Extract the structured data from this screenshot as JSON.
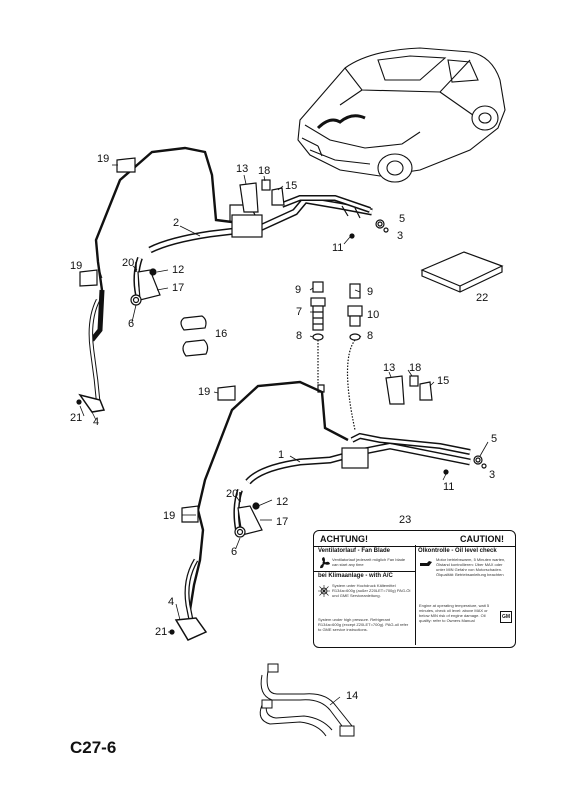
{
  "page_code": "C27-6",
  "callouts": [
    {
      "id": "c19a",
      "text": "19"
    },
    {
      "id": "c13a",
      "text": "13"
    },
    {
      "id": "c18a",
      "text": "18"
    },
    {
      "id": "c15a",
      "text": "15"
    },
    {
      "id": "c2",
      "text": "2"
    },
    {
      "id": "c5a",
      "text": "5"
    },
    {
      "id": "c3a",
      "text": "3"
    },
    {
      "id": "c11a",
      "text": "11"
    },
    {
      "id": "c19b",
      "text": "19"
    },
    {
      "id": "c20a",
      "text": "20"
    },
    {
      "id": "c12a",
      "text": "12"
    },
    {
      "id": "c17a",
      "text": "17"
    },
    {
      "id": "c6a",
      "text": "6"
    },
    {
      "id": "c9a",
      "text": "9"
    },
    {
      "id": "c9b",
      "text": "9"
    },
    {
      "id": "c7",
      "text": "7"
    },
    {
      "id": "c10",
      "text": "10"
    },
    {
      "id": "c8a",
      "text": "8"
    },
    {
      "id": "c8b",
      "text": "8"
    },
    {
      "id": "c16",
      "text": "16"
    },
    {
      "id": "c22",
      "text": "22"
    },
    {
      "id": "c21a",
      "text": "21"
    },
    {
      "id": "c4a",
      "text": "4"
    },
    {
      "id": "c13b",
      "text": "13"
    },
    {
      "id": "c18b",
      "text": "18"
    },
    {
      "id": "c15b",
      "text": "15"
    },
    {
      "id": "c19c",
      "text": "19"
    },
    {
      "id": "c1",
      "text": "1"
    },
    {
      "id": "c5b",
      "text": "5"
    },
    {
      "id": "c3b",
      "text": "3"
    },
    {
      "id": "c11b",
      "text": "11"
    },
    {
      "id": "c20b",
      "text": "20"
    },
    {
      "id": "c12b",
      "text": "12"
    },
    {
      "id": "c19d",
      "text": "19"
    },
    {
      "id": "c17b",
      "text": "17"
    },
    {
      "id": "c6b",
      "text": "6"
    },
    {
      "id": "c23",
      "text": "23"
    },
    {
      "id": "c4b",
      "text": "4"
    },
    {
      "id": "c21b",
      "text": "21"
    },
    {
      "id": "c14",
      "text": "14"
    }
  ],
  "warning_label": {
    "title_left": "ACHTUNG!",
    "title_right": "CAUTION!",
    "fan_heading": "Ventilatorlauf - Fan Blade",
    "fan_text": "Ventilatorlauf jederzeit möglich Fan blade can start any time",
    "ac_heading": "bei Klimaanlage - with A/C",
    "ac_text": "System unter Hochdruck Kältemittel R134a=600g (außer Z20LET=700g) PAG-Öl und GME Serviceanleitung.",
    "ac_text2": "System under high pressure. Refrigerant R134a=600g (except Z20LET=700g). PAG-oil refer to GME service instructions.",
    "oil_heading": "Ölkontrolle - Oil level check",
    "oil_text": "Motor betriebswarm, 5 Minuten warten, Ölstand kontrollieren: Über MAX oder unter MIN Gefahr von Motorschaden. Ölqualität: Betriebsanleitung beachten",
    "oil_text2": "Engine at operating temperature, wait 5 minutes, check oil level: above MAX or below MIN risk of engine damage. Oil quality: refer to Owners Manual",
    "logo": "GM"
  }
}
